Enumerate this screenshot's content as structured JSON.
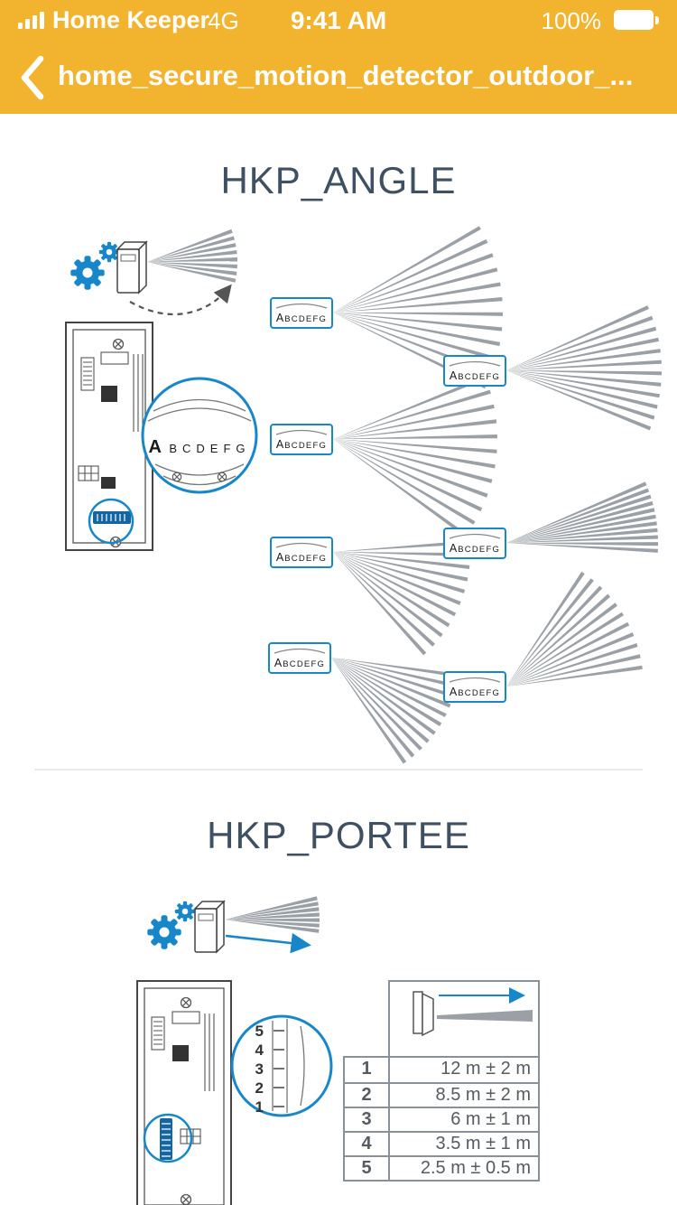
{
  "status_bar": {
    "carrier": "Home Keeper",
    "network": "4G",
    "time": "9:41 AM",
    "battery_percent": "100%",
    "signal_icon": "signal-bars-icon",
    "battery_icon": "battery-icon"
  },
  "nav": {
    "back_icon": "chevron-left-icon",
    "title": "home_secure_motion_detector_outdoor_..."
  },
  "angle_section": {
    "title": "HKP_ANGLE",
    "dial_first": "A",
    "dial_rest": "BCDEFG"
  },
  "portee_section": {
    "title": "HKP_PORTEE",
    "scale": [
      "5",
      "4",
      "3",
      "2",
      "1"
    ],
    "range_table": {
      "rows": [
        {
          "level": "1",
          "range": "12 m ± 2 m"
        },
        {
          "level": "2",
          "range": "8.5 m ± 2 m"
        },
        {
          "level": "3",
          "range": "6 m ± 1 m"
        },
        {
          "level": "4",
          "range": "3.5 m ± 1 m"
        },
        {
          "level": "5",
          "range": "2.5 m ± 0.5 m"
        }
      ]
    }
  },
  "icons": {
    "gears": "gears-icon",
    "detector": "motion-detector-icon"
  },
  "colors": {
    "header_bg": "#F2B32E",
    "accent_blue": "#1887C9",
    "dial_blue": "#1465A0",
    "heading_text": "#3F5063",
    "beam_gray": "#9AA0A6"
  }
}
